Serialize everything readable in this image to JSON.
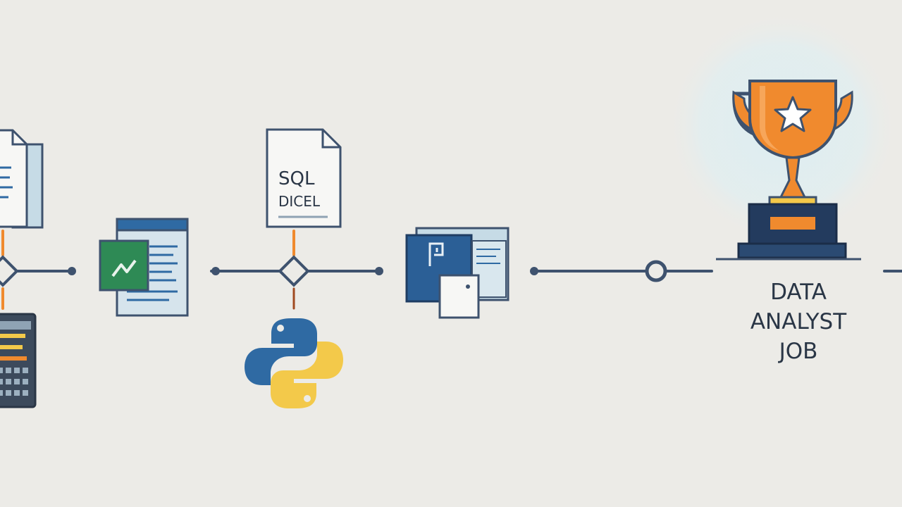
{
  "colors": {
    "background": "#ecebe7",
    "line": "#3e526e",
    "navy": "#233b5e",
    "blue": "#2f6aa3",
    "orange": "#f08a2e",
    "green": "#2e8a55",
    "yellow": "#f3c94a",
    "paper": "#f7f7f5",
    "light_blue": "#c6dbe6",
    "glow": "#dfeef2"
  },
  "stages": [
    {
      "name": "report-document",
      "icon": "document-icon"
    },
    {
      "name": "spreadsheet",
      "icon": "spreadsheet-icon"
    },
    {
      "name": "sql-excel-document",
      "icon": "document-icon",
      "lines": [
        "SQL",
        "DICEL"
      ]
    },
    {
      "name": "python",
      "icon": "python-logo-icon"
    },
    {
      "name": "bi-dashboard",
      "icon": "powerbi-icon"
    },
    {
      "name": "goal",
      "icon": "trophy-icon"
    }
  ],
  "sql_doc": {
    "line1": "SQL",
    "line2": "DICEL"
  },
  "goal": {
    "line1": "DATA",
    "line2": "ANALYST",
    "line3": "JOB"
  }
}
